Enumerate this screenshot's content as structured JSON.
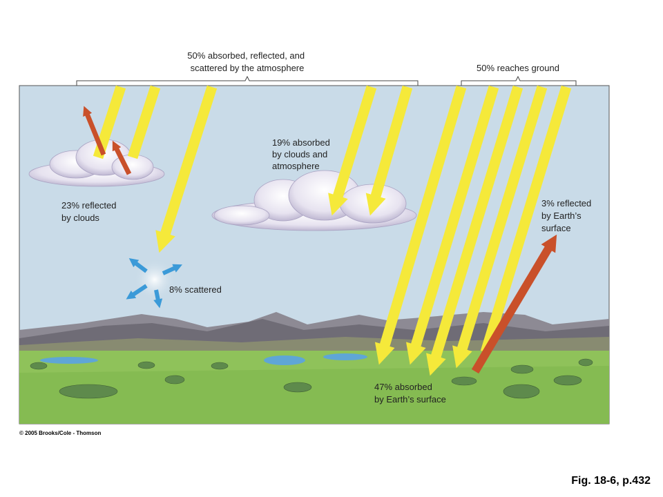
{
  "labels": {
    "top_left": [
      "50% absorbed, reflected, and",
      "scattered by the atmosphere"
    ],
    "top_right": [
      "50% reaches ground"
    ],
    "clouds_absorbed": [
      "19% absorbed",
      "by clouds and",
      "atmosphere"
    ],
    "clouds_reflected": [
      "23% reflected",
      "by clouds"
    ],
    "scattered": [
      "8% scattered"
    ],
    "surface_reflected": [
      "3% reflected",
      "by Earth’s",
      "surface"
    ],
    "surface_absorbed": [
      "47% absorbed",
      "by Earth’s surface"
    ]
  },
  "footer": {
    "copyright": "© 2005 Brooks/Cole - Thomson",
    "figure_ref": "Fig. 18-6, p.432"
  },
  "colors": {
    "sky": "#c9dbe8",
    "sunbeam": "#f5e93a",
    "reflected": "#c9502a",
    "scatter": "#3b9ad8",
    "grass": "#8fc25a",
    "mountains": "#7d7a84",
    "water": "#5fa6d6"
  }
}
